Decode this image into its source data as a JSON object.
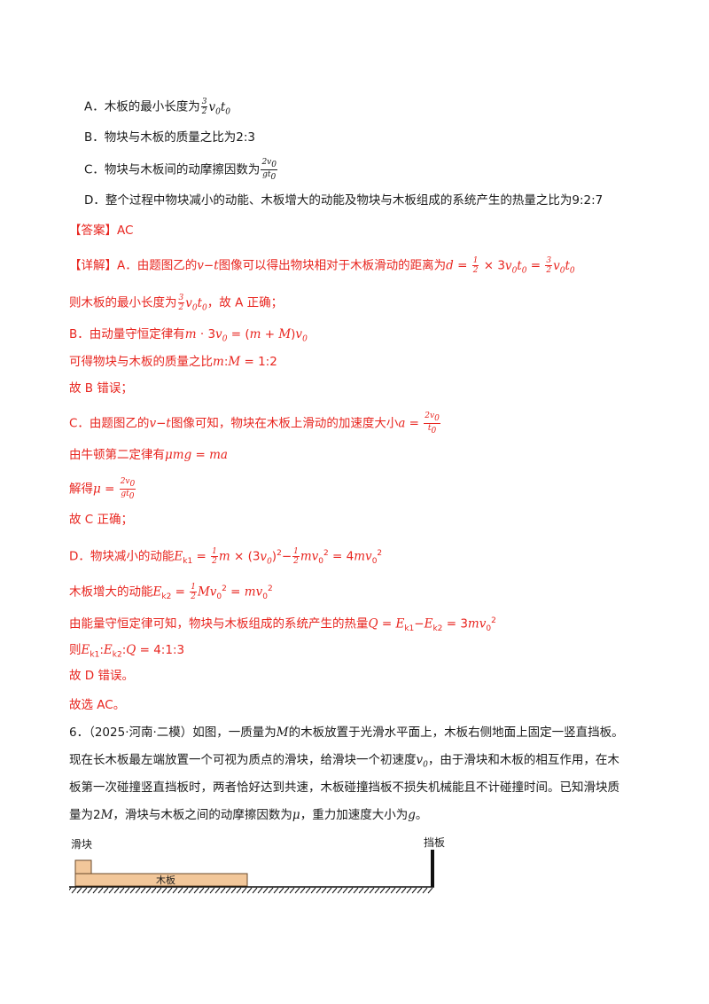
{
  "options": {
    "A": "A．木板的最小长度为",
    "B": "B．物块与木板的质量之比为2:3",
    "C": "C．物块与木板间的动摩擦因数为",
    "D": "D．整个过程中物块减小的动能、木板增大的动能及物块与木板组成的系统产生的热量之比为9:2:7"
  },
  "answer": "【答案】AC",
  "explanation": {
    "l1_prefix": "【详解】A．由题图乙的",
    "l1_mid": "图像可以得出物块相对于木板滑动的距离为",
    "l2_prefix": "则木板的最小长度为",
    "l2_suffix": "，故 A 正确；",
    "l3": "B．由动量守恒定律有",
    "l4": "可得物块与木板的质量之比",
    "l5": "故 B 错误；",
    "l6_prefix": "C．由题图乙的",
    "l6_mid": "图像可知，物块在木板上滑动的加速度大小",
    "l7": "由牛顿第二定律有",
    "l8": "解得",
    "l9": "故 C 正确；",
    "l10": "D．物块减小的动能",
    "l11": "木板增大的动能",
    "l12": "由能量守恒定律可知，物块与木板组成的系统产生的热量",
    "l13": "则",
    "l14": "故 D 错误。",
    "l15": "故选 AC。"
  },
  "question6": {
    "text1": "6．（2025·河南·二模）如图，一质量为",
    "text2": "的木板放置于光滑水平面上，木板右侧地面上固定一竖直挡板。",
    "text3": "现在长木板最左端放置一个可视为质点的滑块，给滑块一个初速度",
    "text4": "，由于滑块和木板的相互作用，在木",
    "text5": "板第一次碰撞竖直挡板时，两者恰好达到共速，木板碰撞挡板不损失机械能且不计碰撞时间。已知滑块质",
    "text6": "量为",
    "text7": "，滑块与木板之间的动摩擦因数为",
    "text8": "，重力加速度大小为",
    "text9": "。"
  },
  "figure": {
    "slider_label": "滑块",
    "board_label": "木板",
    "wall_label": "挡板"
  }
}
